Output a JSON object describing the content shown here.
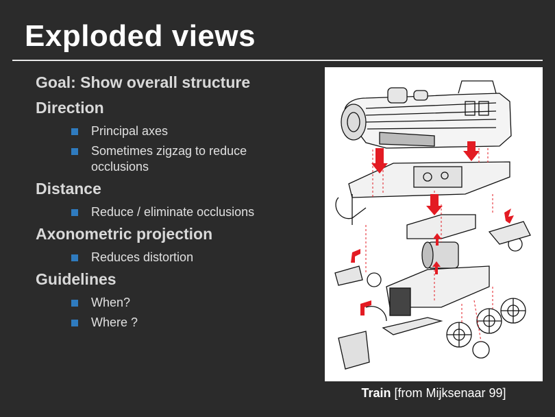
{
  "title": "Exploded views",
  "sections": [
    {
      "heading": "Goal: Show overall structure",
      "items": []
    },
    {
      "heading": "Direction",
      "items": [
        "Principal axes",
        "Sometimes zigzag to reduce occlusions"
      ]
    },
    {
      "heading": "Distance",
      "items": [
        "Reduce / eliminate occlusions"
      ]
    },
    {
      "heading": "Axonometric projection",
      "items": [
        "Reduces distortion"
      ]
    },
    {
      "heading": "Guidelines",
      "items": [
        "When?",
        "Where ?"
      ]
    }
  ],
  "caption": {
    "bold": "Train",
    "rest": " [from Mijksenaar 99]"
  },
  "colors": {
    "background": "#2b2b2b",
    "bullet": "#2f7bbf",
    "arrow": "#e31b23"
  }
}
